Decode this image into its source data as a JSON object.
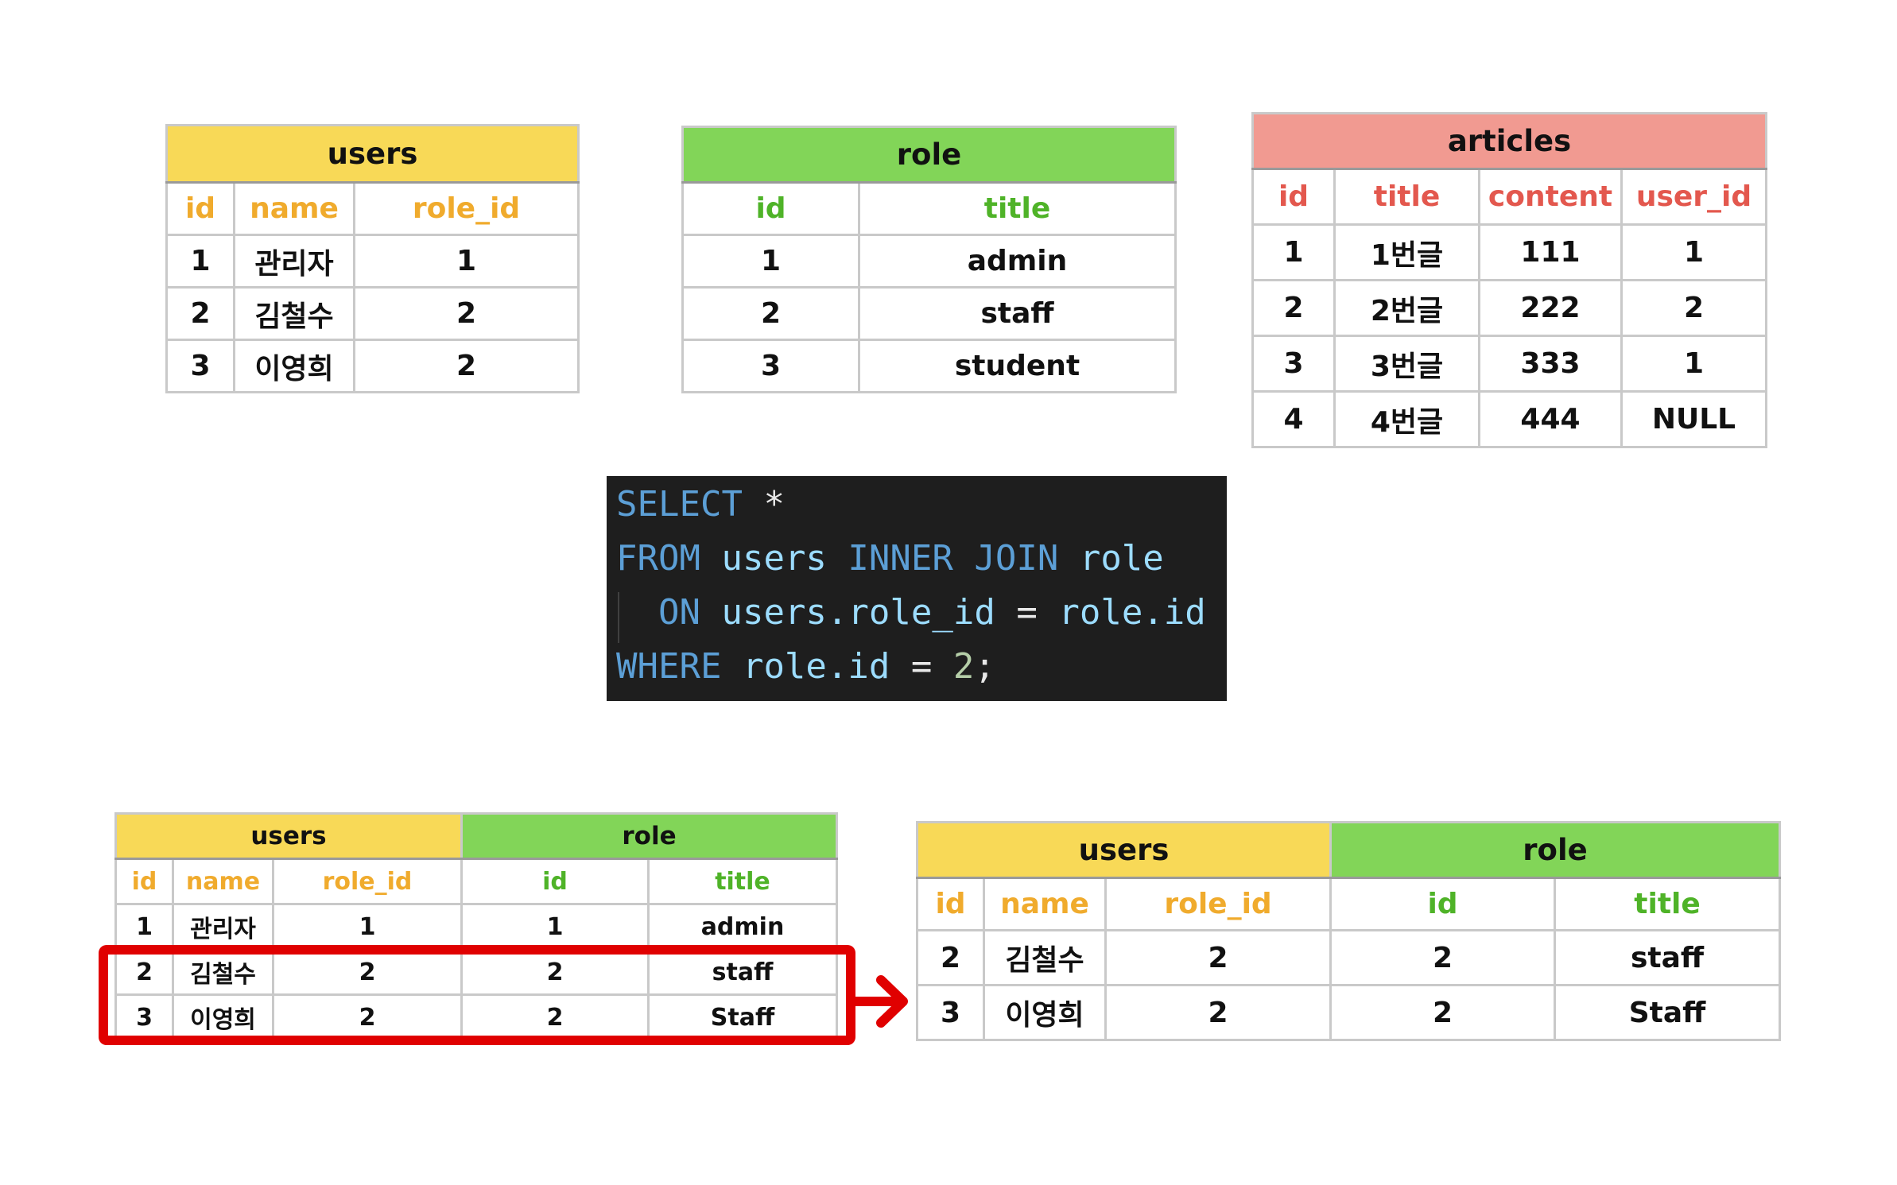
{
  "users_table": {
    "title": "users",
    "headers": [
      "id",
      "name",
      "role_id"
    ],
    "rows": [
      [
        "1",
        "관리자",
        "1"
      ],
      [
        "2",
        "김철수",
        "2"
      ],
      [
        "3",
        "이영희",
        "2"
      ]
    ]
  },
  "role_table": {
    "title": "role",
    "headers": [
      "id",
      "title"
    ],
    "rows": [
      [
        "1",
        "admin"
      ],
      [
        "2",
        "staff"
      ],
      [
        "3",
        "student"
      ]
    ]
  },
  "articles_table": {
    "title": "articles",
    "headers": [
      "id",
      "title",
      "content",
      "user_id"
    ],
    "rows": [
      [
        "1",
        "1번글",
        "111",
        "1"
      ],
      [
        "2",
        "2번글",
        "222",
        "2"
      ],
      [
        "3",
        "3번글",
        "333",
        "1"
      ],
      [
        "4",
        "4번글",
        "444",
        "NULL"
      ]
    ]
  },
  "sql": {
    "line1": [
      "SELECT",
      "*"
    ],
    "line2": [
      "FROM",
      "users",
      "INNER JOIN",
      "role"
    ],
    "line3": [
      "ON",
      "users.role_id",
      "=",
      "role.id"
    ],
    "line4": [
      "WHERE",
      "role.id",
      "=",
      "2",
      ";"
    ]
  },
  "joined_table": {
    "group_users": "users",
    "group_role": "role",
    "headers": [
      "id",
      "name",
      "role_id",
      "id",
      "title"
    ],
    "rows": [
      [
        "1",
        "관리자",
        "1",
        "1",
        "admin"
      ],
      [
        "2",
        "김철수",
        "2",
        "2",
        "staff"
      ],
      [
        "3",
        "이영희",
        "2",
        "2",
        "Staff"
      ]
    ]
  },
  "result_table": {
    "group_users": "users",
    "group_role": "role",
    "headers": [
      "id",
      "name",
      "role_id",
      "id",
      "title"
    ],
    "rows": [
      [
        "2",
        "김철수",
        "2",
        "2",
        "staff"
      ],
      [
        "3",
        "이영희",
        "2",
        "2",
        "Staff"
      ]
    ]
  },
  "colors": {
    "users_header": "#f8d957",
    "role_header": "#82d558",
    "articles_header": "#f19a91",
    "highlight": "#e00000",
    "code_background": "#1e1e1e"
  }
}
